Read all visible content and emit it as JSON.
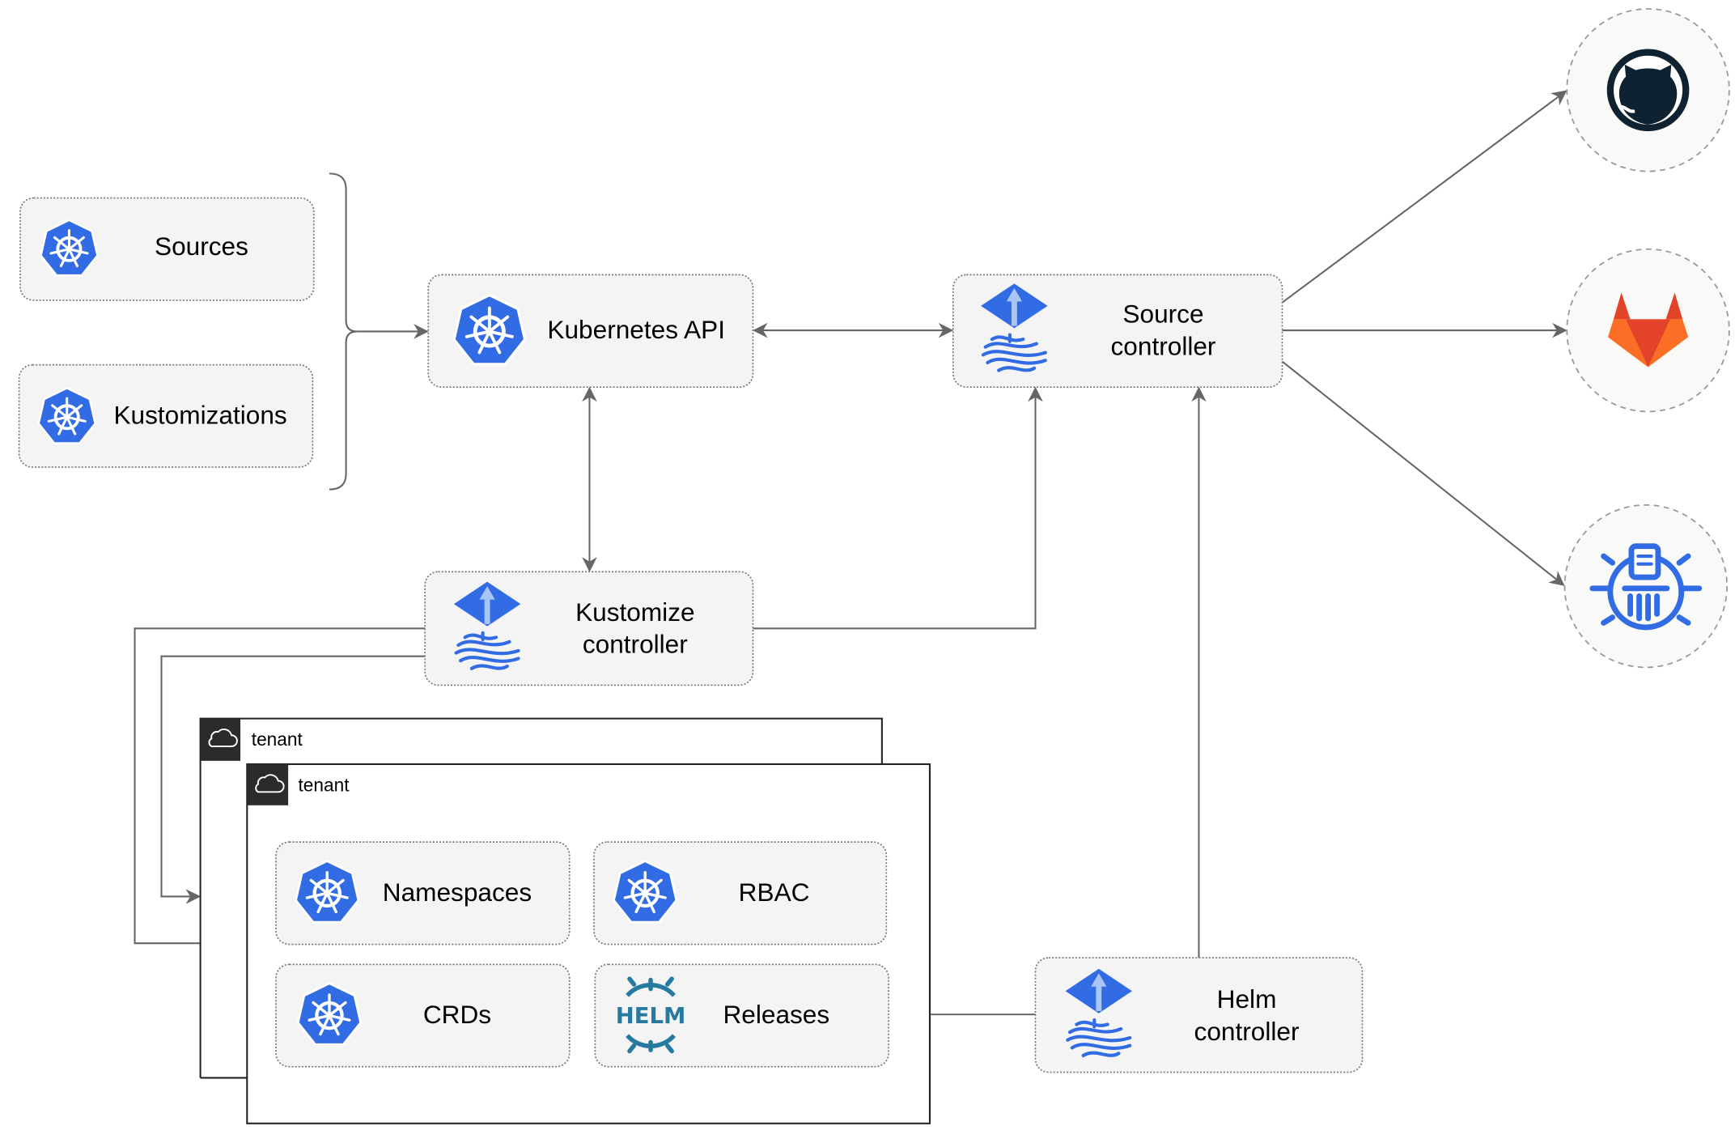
{
  "nodes": {
    "sources": "Sources",
    "kustomizations": "Kustomizations",
    "kubernetes_api": "Kubernetes API",
    "source_controller": [
      "Source",
      "controller"
    ],
    "kustomize_controller": [
      "Kustomize",
      "controller"
    ],
    "helm_controller": [
      "Helm",
      "controller"
    ],
    "namespaces": "Namespaces",
    "rbac": "RBAC",
    "crds": "CRDs",
    "releases": "Releases"
  },
  "tenants": [
    {
      "label": "tenant",
      "icon": "cloud-icon"
    },
    {
      "label": "tenant",
      "icon": "cloud-icon"
    }
  ],
  "helm_logo_text": "HELM",
  "external_sources": [
    {
      "icon": "github-icon"
    },
    {
      "icon": "gitlab-icon"
    },
    {
      "icon": "artifact-repository-icon"
    }
  ],
  "colors": {
    "kubernetes_blue": "#326CE5",
    "helm_blue": "#277A9F",
    "github_dark": "#0F2231",
    "gitlab_orange": "#E24329",
    "box_fill": "#F4F4F4",
    "edge": "#666666"
  }
}
